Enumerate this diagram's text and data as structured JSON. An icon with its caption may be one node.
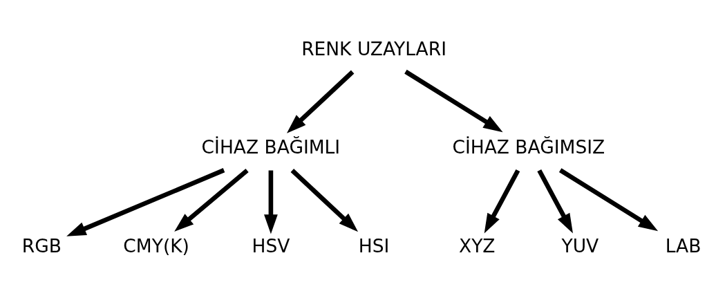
{
  "diagram": {
    "nodes": [
      {
        "text": [
          "RENK UZAYLARI"
        ]
      },
      {
        "text": [
          "CİHAZ BAĞIMLI"
        ]
      },
      {
        "text": [
          "CİHAZ BAĞIMSIZ"
        ]
      },
      {
        "text": [
          "RGB"
        ]
      },
      {
        "text": [
          "CMY(K)"
        ]
      },
      {
        "text": [
          "HSV"
        ]
      },
      {
        "text": [
          "HSI"
        ]
      },
      {
        "text": [
          "XYZ"
        ]
      },
      {
        "text": [
          "YUV"
        ]
      },
      {
        "text": [
          "LAB"
        ]
      }
    ],
    "edges": [
      {
        "from": 0,
        "to": 1,
        "arrow": "to"
      },
      {
        "from": 0,
        "to": 2,
        "arrow": "to"
      },
      {
        "from": 1,
        "to": 3,
        "arrow": "to"
      },
      {
        "from": 1,
        "to": 4,
        "arrow": "to"
      },
      {
        "from": 1,
        "to": 5,
        "arrow": "to"
      },
      {
        "from": 1,
        "to": 6,
        "arrow": "to"
      },
      {
        "from": 2,
        "to": 7,
        "arrow": "to"
      },
      {
        "from": 2,
        "to": 8,
        "arrow": "to"
      },
      {
        "from": 2,
        "to": 9,
        "arrow": "to"
      }
    ]
  }
}
